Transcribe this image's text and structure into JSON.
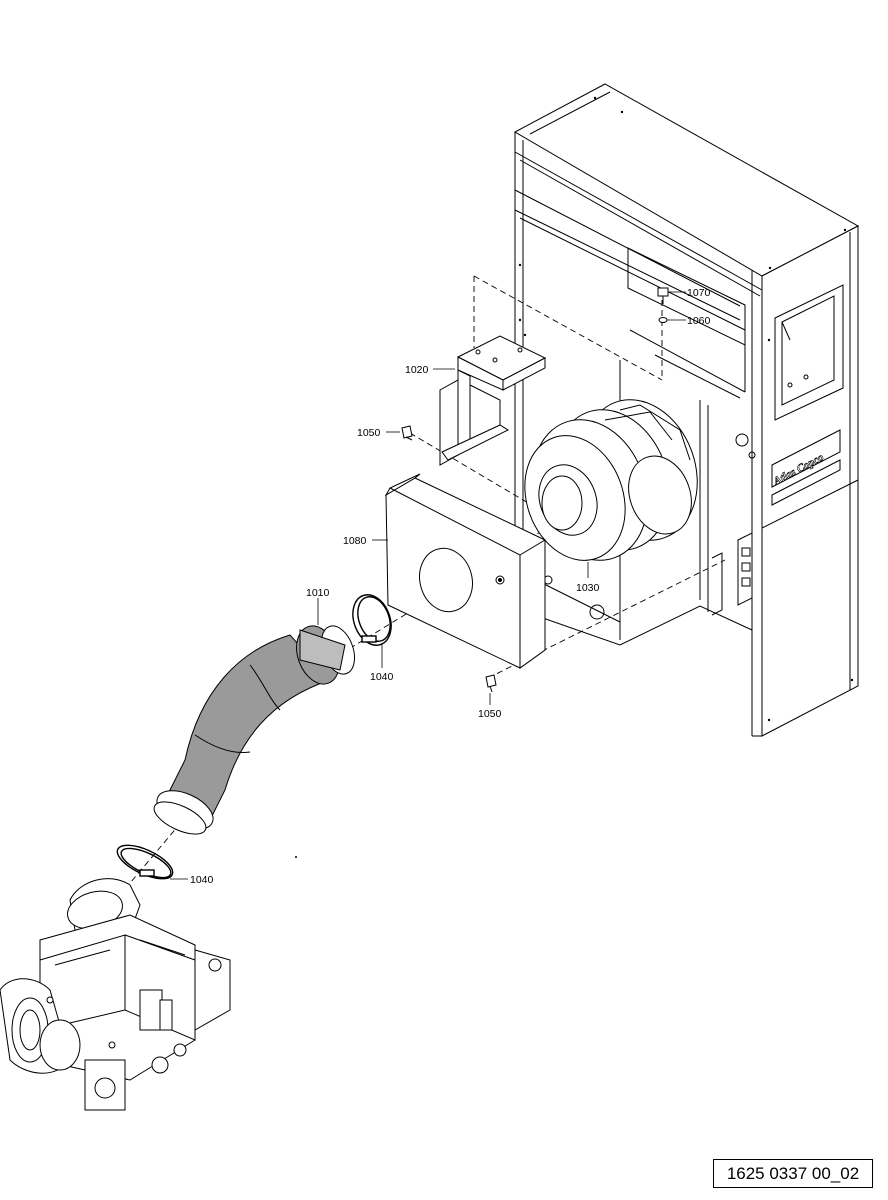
{
  "drawing": {
    "reference_number": "1625 0337 00_02",
    "brand_text": "Atlas Copco",
    "part_labels": {
      "p1010": "1010",
      "p1020": "1020",
      "p1030": "1030",
      "p1040a": "1040",
      "p1040b": "1040",
      "p1050a": "1050",
      "p1050b": "1050",
      "p1060": "1060",
      "p1070": "1070",
      "p1080": "1080"
    },
    "colors": {
      "line": "#000000",
      "hose_fill": "#9a9a9a",
      "background": "#ffffff"
    }
  }
}
